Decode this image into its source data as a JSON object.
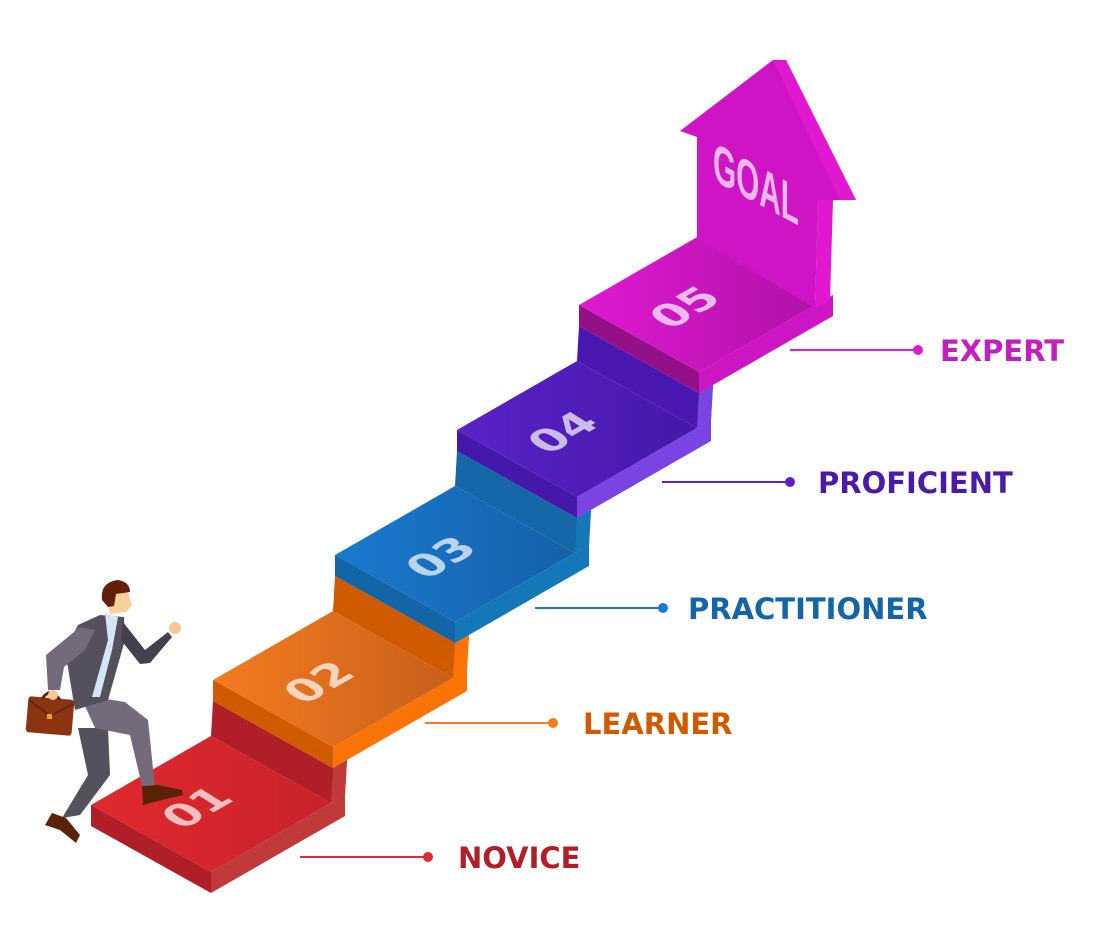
{
  "goal": {
    "label": "GOAL",
    "color": "#ce14c4",
    "side": "#e018d0",
    "text_color": "#eeb8ec"
  },
  "steps": [
    {
      "number": "01",
      "label": "NOVICE",
      "top": "#e02a2e",
      "top2": "#c8222a",
      "front": "#b01f28",
      "side": "#c03a3a",
      "riser": "#b01f28",
      "label_color": "#b01f28",
      "line_color": "#e02a2e"
    },
    {
      "number": "02",
      "label": "LEARNER",
      "top": "#f47b20",
      "top2": "#c8601a",
      "front": "#d05a00",
      "side": "#f97306",
      "riser": "#d05a00",
      "label_color": "#d05a00",
      "line_color": "#f47b20"
    },
    {
      "number": "03",
      "label": "PRACTITIONER",
      "top": "#1a7ad0",
      "top2": "#1660a8",
      "front": "#1465a8",
      "side": "#1478b8",
      "riser": "#1468a8",
      "label_color": "#1465a8",
      "line_color": "#1a7ad0"
    },
    {
      "number": "04",
      "label": "PROFICIENT",
      "top": "#5a22c8",
      "top2": "#4418a8",
      "front": "#4418a8",
      "side": "#7a44e2",
      "riser": "#4a18b0",
      "label_color": "#4a1aa8",
      "line_color": "#5a22c8"
    },
    {
      "number": "05",
      "label": "EXPERT",
      "top": "#e01ad2",
      "top2": "#b011a8",
      "front": "#941088",
      "side": "#cc16c4",
      "riser": "#ce14c4",
      "label_color": "#c41ec0",
      "line_color": "#e01ad2"
    }
  ],
  "figure": {
    "name": "businessman-with-briefcase"
  }
}
